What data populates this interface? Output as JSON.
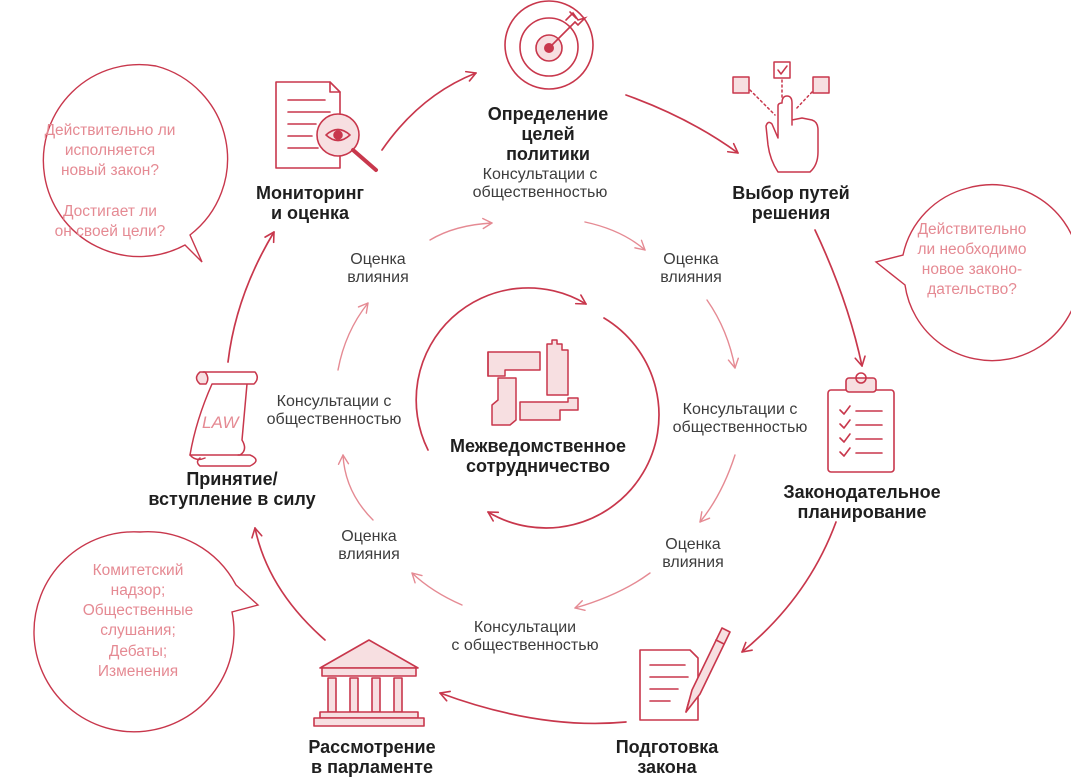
{
  "colors": {
    "accent": "#c8374c",
    "accent_light": "#e58a93",
    "fill_light": "#f7dfe1",
    "text_dark": "#1f1f1f",
    "text_gray": "#3d3d3d"
  },
  "center": {
    "label": "Межведомственное\nсотрудничество",
    "icon": "joined-hands-icon"
  },
  "stages": {
    "goals": {
      "label": "Определение\nцелей\nполитики",
      "icon": "target-icon"
    },
    "options": {
      "label": "Выбор путей\nрешения",
      "icon": "hand-choice-icon"
    },
    "planning": {
      "label": "Законодательное\nпланирование",
      "icon": "clipboard-checklist-icon"
    },
    "drafting": {
      "label": "Подготовка\nзакона",
      "icon": "document-pen-icon"
    },
    "parliament": {
      "label": "Рассмотрение\nв парламенте",
      "icon": "parliament-building-icon"
    },
    "adoption": {
      "label": "Принятие/\nвступление в силу",
      "icon": "law-scroll-icon"
    },
    "monitoring": {
      "label": "Мониторинг\nи оценка",
      "icon": "document-magnifier-icon"
    }
  },
  "scroll_text": "LAW",
  "inner_labels": {
    "consult_top": "Консультации с\nобщественностью",
    "impact_top_right": "Оценка\nвлияния",
    "consult_right": "Консультации с\nобщественностью",
    "impact_bottom_right": "Оценка\nвлияния",
    "consult_bottom": "Консультации\nс общественностью",
    "impact_bottom_left": "Оценка\nвлияния",
    "consult_left": "Консультации с\nобщественностью",
    "impact_top_left": "Оценка\nвлияния"
  },
  "bubbles": {
    "monitoring_q": "Действительно ли\nисполняется\nновый закон?\n\nДостигает ли\nон своей цели?",
    "legislation_q": "Действительно\nли необходимо\nновое законо-\nдательство?",
    "parliament_q": "Комитетский\nнадзор;\nОбщественные\nслушания;\nДебаты;\nИзменения"
  }
}
